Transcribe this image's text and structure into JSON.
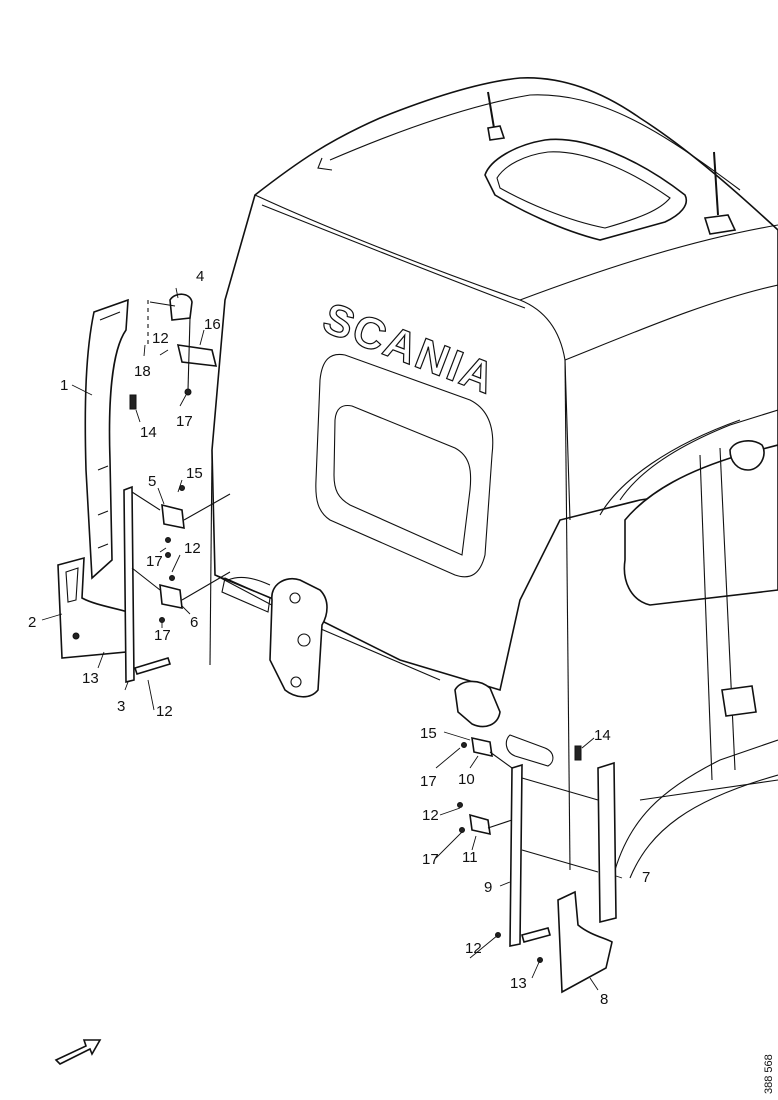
{
  "diagram": {
    "brand_text": "SCANIA",
    "ref_number": "388 568",
    "callouts": [
      "1",
      "2",
      "3",
      "4",
      "5",
      "6",
      "7",
      "8",
      "9",
      "10",
      "11",
      "12",
      "13",
      "14",
      "15",
      "16",
      "17",
      "18"
    ],
    "callout_labels": {
      "c1": "1",
      "c2": "2",
      "c3": "3",
      "c4": "4",
      "c5": "5",
      "c6": "6",
      "c7": "7",
      "c8": "8",
      "c9": "9",
      "c10": "10",
      "c11": "11",
      "c12a": "12",
      "c12b": "12",
      "c12c": "12",
      "c12d": "12",
      "c12e": "12",
      "c13a": "13",
      "c13b": "13",
      "c14a": "14",
      "c14b": "14",
      "c15a": "15",
      "c15b": "15",
      "c16": "16",
      "c17a": "17",
      "c17b": "17",
      "c17c": "17",
      "c17d": "17",
      "c17e": "17",
      "c18": "18"
    },
    "icons": [
      "direction-arrow-icon"
    ]
  }
}
